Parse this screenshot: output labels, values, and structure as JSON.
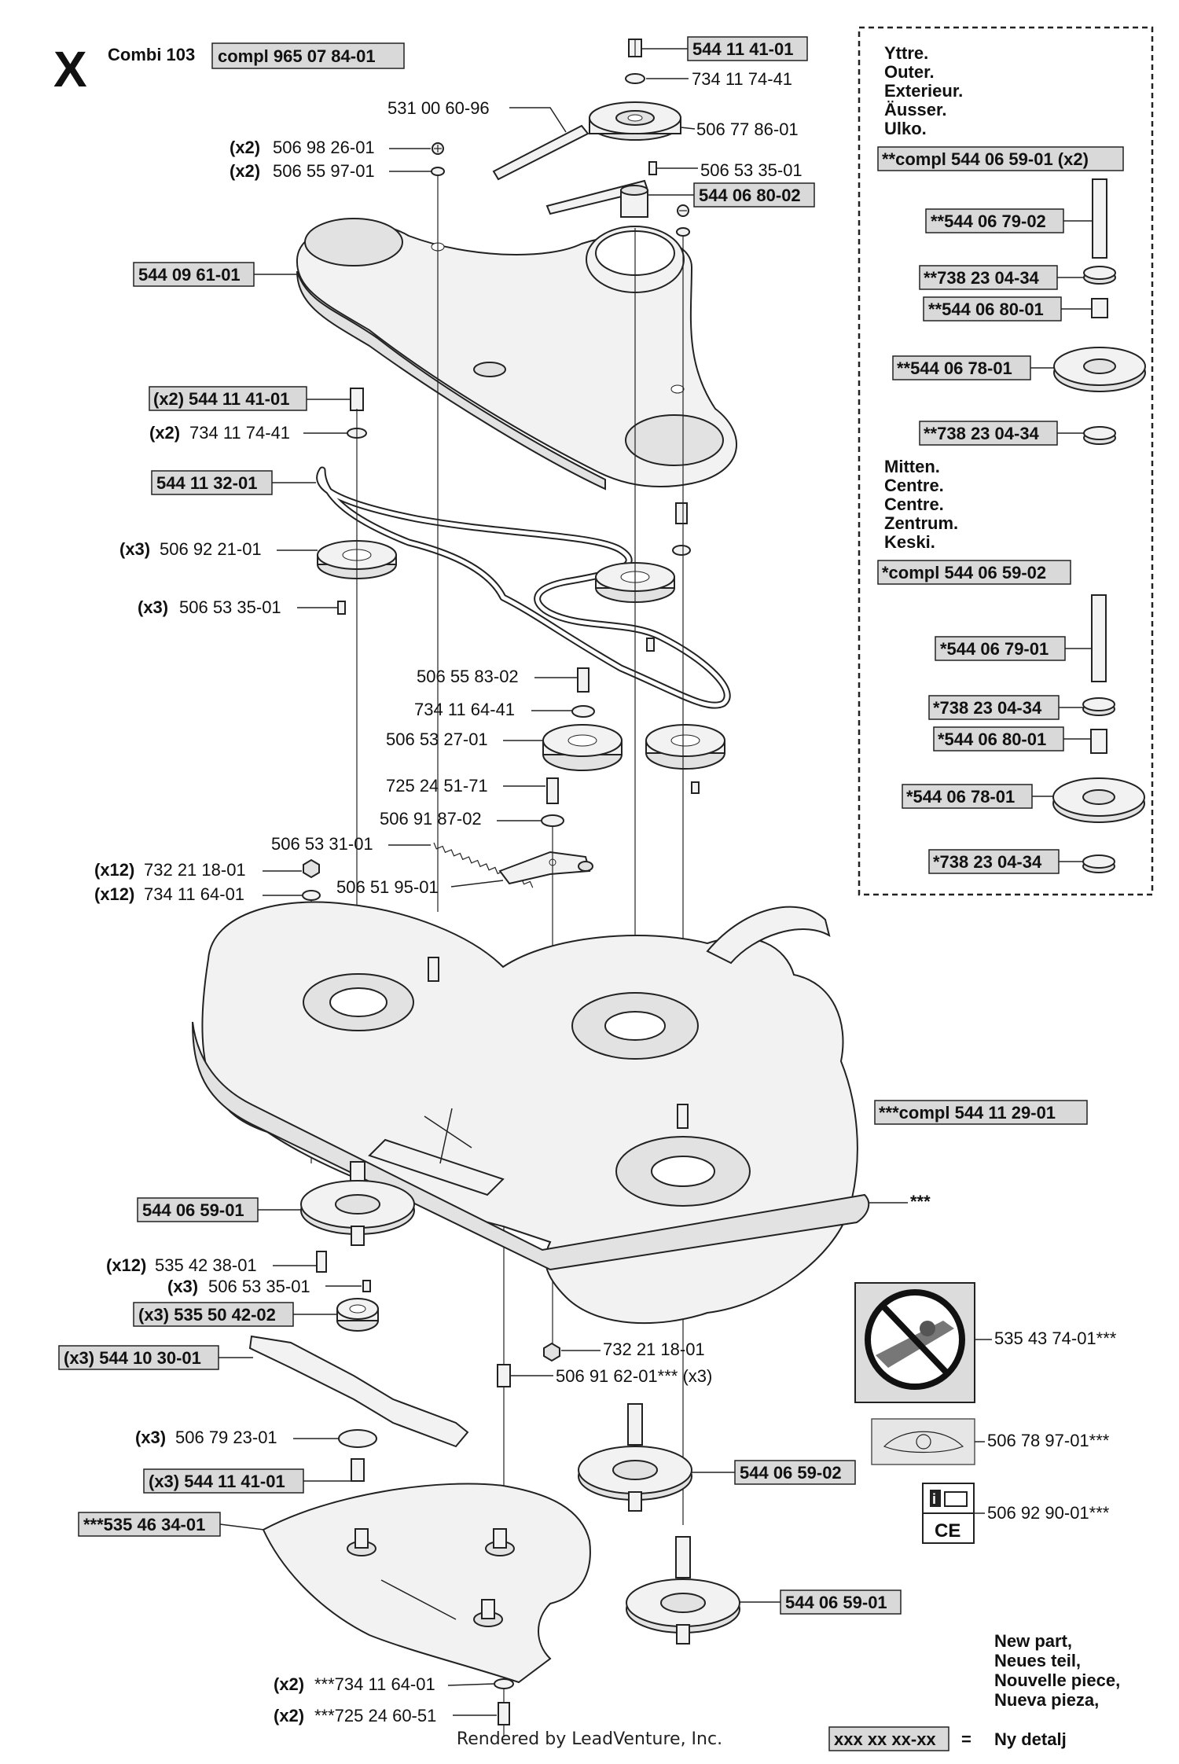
{
  "header": {
    "letter": "X",
    "model": "Combi 103",
    "compl": "compl 965 07 84-01"
  },
  "parts": {
    "p1": "544 11 41-01",
    "p2": "734 11 74-41",
    "p3": "531 00 60-96",
    "p4": "506 77 86-01",
    "p5_qty": "(x2)",
    "p5": "506 98 26-01",
    "p6_qty": "(x2)",
    "p6": "506 55 97-01",
    "p7": "506 53 35-01",
    "p8": "544 06 80-02",
    "p9": "544 09 61-01",
    "p10_qty": "(x2)",
    "p10": "544 11 41-01",
    "p11_qty": "(x2)",
    "p11": "734 11 74-41",
    "p12": "544 11 32-01",
    "p13_qty": "(x3)",
    "p13": "506 92 21-01",
    "p14_qty": "(x3)",
    "p14": "506 53 35-01",
    "p15": "506 55 83-02",
    "p16": "734 11 64-41",
    "p17": "506 53 27-01",
    "p18": "725 24 51-71",
    "p19": "506 91 87-02",
    "p20": "506 53 31-01",
    "p21_qty": "(x12)",
    "p21": "732 21 18-01",
    "p22_qty": "(x12)",
    "p22": "734 11 64-01",
    "p23": "506 51 95-01",
    "p24": "***compl 544 11 29-01",
    "p25": "544 06 59-01",
    "p26": "***",
    "p27_qty": "(x12)",
    "p27": "535 42 38-01",
    "p28_qty": "(x3)",
    "p28": "506 53 35-01",
    "p29": "(x3) 535 50 42-02",
    "p30": "(x3) 544 10 30-01",
    "p31": "732 21 18-01",
    "p32": "506 91 62-01*** (x3)",
    "p33_qty": "(x3)",
    "p33": "506 79 23-01",
    "p34": "544 06 59-02",
    "p35": "(x3) 544 11 41-01",
    "p36": "***535 46 34-01",
    "p37": "544 06 59-01",
    "p38_qty": "(x2)",
    "p38": "***734 11 64-01",
    "p39_qty": "(x2)",
    "p39": "***725 24 60-51",
    "p40": "535 43 74-01***",
    "p41": "506 78 97-01***",
    "p42": "506 92 90-01***"
  },
  "inset": {
    "outer_lines": [
      "Yttre.",
      "Outer.",
      "Exterieur.",
      "Äusser.",
      "Ulko."
    ],
    "outer_compl": "**compl 544 06 59-01 (x2)",
    "outer_parts": [
      "**544 06 79-02",
      "**738 23 04-34",
      "**544 06 80-01",
      "**544 06 78-01",
      "**738 23 04-34"
    ],
    "center_lines": [
      "Mitten.",
      "Centre.",
      "Centre.",
      "Zentrum.",
      "Keski."
    ],
    "center_compl": "*compl 544 06 59-02",
    "center_parts": [
      "*544 06 79-01",
      "*738 23 04-34",
      "*544 06 80-01",
      "*544 06 78-01",
      "*738 23 04-34"
    ]
  },
  "legend": {
    "box": "xxx xx xx-xx",
    "equals": "=",
    "lines": [
      "New part,",
      "Neues teil,",
      "Nouvelle piece,",
      "Nueva pieza,",
      "Ny detalj"
    ]
  },
  "decal_text": {
    "ce": "CE",
    "info": "i"
  },
  "footer": "Rendered by LeadVenture, Inc."
}
